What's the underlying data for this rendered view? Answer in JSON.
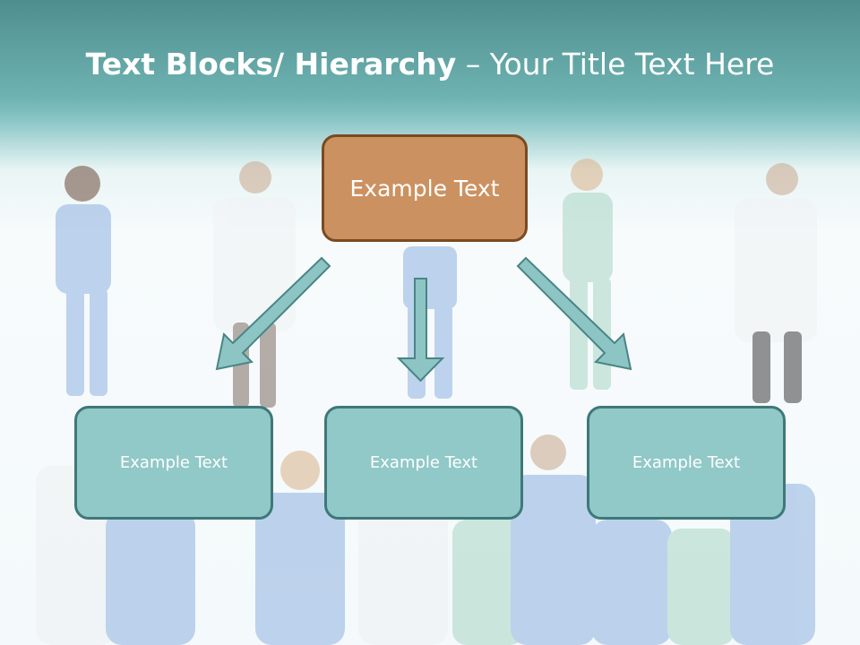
{
  "slide": {
    "title_bold": "Text Blocks/ Hierarchy",
    "title_rest": " – Your Title Text Here"
  },
  "diagram": {
    "root": {
      "label": "Example Text"
    },
    "children": [
      {
        "label": "Example Text"
      },
      {
        "label": "Example Text"
      },
      {
        "label": "Example Text"
      }
    ]
  },
  "colors": {
    "header_teal": "#6fb3b3",
    "root_fill": "#cc9160",
    "root_border": "#7a4a21",
    "child_fill": "#91c8c8",
    "child_border": "#3f7878",
    "arrow_fill": "#8dc4c4",
    "arrow_stroke": "#4a8585"
  }
}
